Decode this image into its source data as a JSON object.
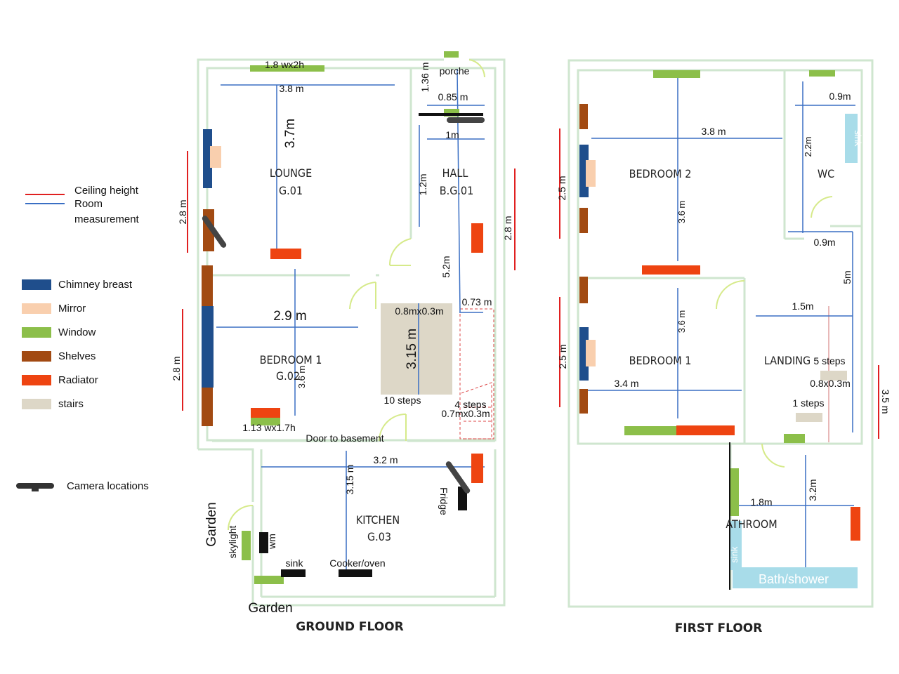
{
  "legend": {
    "ceiling_height": "Ceiling height",
    "room": "Room",
    "measurement": "measurement",
    "chimney": "Chimney breast",
    "mirror": "Mirror",
    "window": "Window",
    "shelves": "Shelves",
    "radiator": "Radiator",
    "stairs": "stairs",
    "camera": "Camera locations"
  },
  "colors": {
    "ceiling": "#e02020",
    "room": "#3a6fc4",
    "chimney": "#1f4e8c",
    "mirror": "#f9cfae",
    "window": "#8cbf4a",
    "shelves": "#a24a12",
    "radiator": "#ee4411",
    "stairs": "#ddd7c7",
    "wall": "#cfe6cf",
    "sink": "#a8dce9"
  },
  "ground": {
    "title": "GROUND FLOOR",
    "lounge_name": "LOUNGE",
    "lounge_code": "G.01",
    "hall_name": "HALL",
    "hall_code": "B.G.01",
    "bed1_name": "BEDROOM 1",
    "bed1_code": "G.02",
    "kitchen_name": "KITCHEN",
    "kitchen_code": "G.03",
    "m_window_lounge": "1.8 wx2h",
    "m_lounge_w": "3.8 m",
    "m_lounge_h": "3.7m",
    "m_porche_h": "1.36 m",
    "porche": "porche",
    "m_085": "0.85 m",
    "m_1m": "1m",
    "m_12": "1.2m",
    "m_52": "5.2m",
    "m_ceil_left": "2.8 m",
    "m_ceil_right": "2.8 m",
    "m_ceil_bed": "2.8 m",
    "m_bed_w": "2.9 m",
    "m_bed_h": "3.6 m",
    "m_stairs_size": "0.8mx0.3m",
    "m_stairs_len": "3.15 m",
    "m_073": "0.73 m",
    "ten_steps": "10 steps",
    "four_steps": "4 steps",
    "m_07": "0.7mx0.3m",
    "m_window_bed": "1.13 wx1.7h",
    "door_basement": "Door to basement",
    "m_kitchen_w": "3.2 m",
    "m_kitchen_h": "3.15 m",
    "fridge": "Fridge",
    "garden_side": "Garden",
    "garden_bottom": "Garden",
    "skylight": "skylight",
    "wm": "wm",
    "sink": "sink",
    "cooker": "Cooker/oven"
  },
  "first": {
    "title": "FIRST FLOOR",
    "bed2_name": "BEDROOM 2",
    "bed1_name": "BEDROOM 1",
    "wc_name": "WC",
    "landing_name": "LANDING",
    "bath_name": "ATHROOM",
    "m_bed2_w": "3.8 m",
    "m_bed2_h": "3.6 m",
    "m_bed1_w": "3.4 m",
    "m_bed1_h": "3.6 m",
    "m_wc_09": "0.9m",
    "m_wc_22": "2.2m",
    "wc_sink": "sink",
    "m_land_09": "0.9m",
    "m_land_5": "5m",
    "m_land_15": "1.5m",
    "five_steps": "5 steps",
    "m_08": "0.8x0.3m",
    "one_steps": "1 steps",
    "m_ceil_bed2": "2.5 m",
    "m_ceil_bed1": "2.5 m",
    "m_ceil_right": "3.5 m",
    "m_bath_18": "1.8m",
    "m_bath_32": "3.2m",
    "bath_sink": "sink",
    "bath_shower": "Bath/shower"
  }
}
